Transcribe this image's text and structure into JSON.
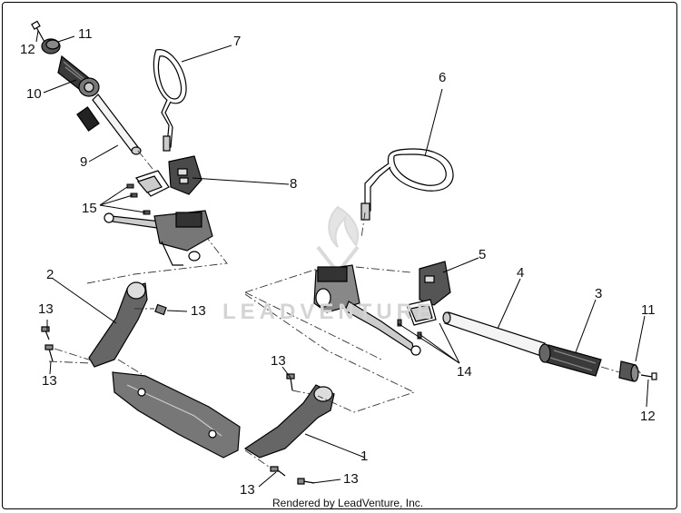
{
  "callouts": {
    "c1": "1",
    "c2": "2",
    "c3": "3",
    "c4": "4",
    "c5": "5",
    "c6": "6",
    "c7": "7",
    "c8": "8",
    "c9": "9",
    "c10": "10",
    "c11a": "11",
    "c11b": "11",
    "c12a": "12",
    "c12b": "12",
    "c13a": "13",
    "c13b": "13",
    "c13c": "13",
    "c13d": "13",
    "c13e": "13",
    "c13f": "13",
    "c14": "14",
    "c15": "15"
  },
  "watermark": "LEADVENTURE",
  "credit": "Rendered by LeadVenture, Inc."
}
